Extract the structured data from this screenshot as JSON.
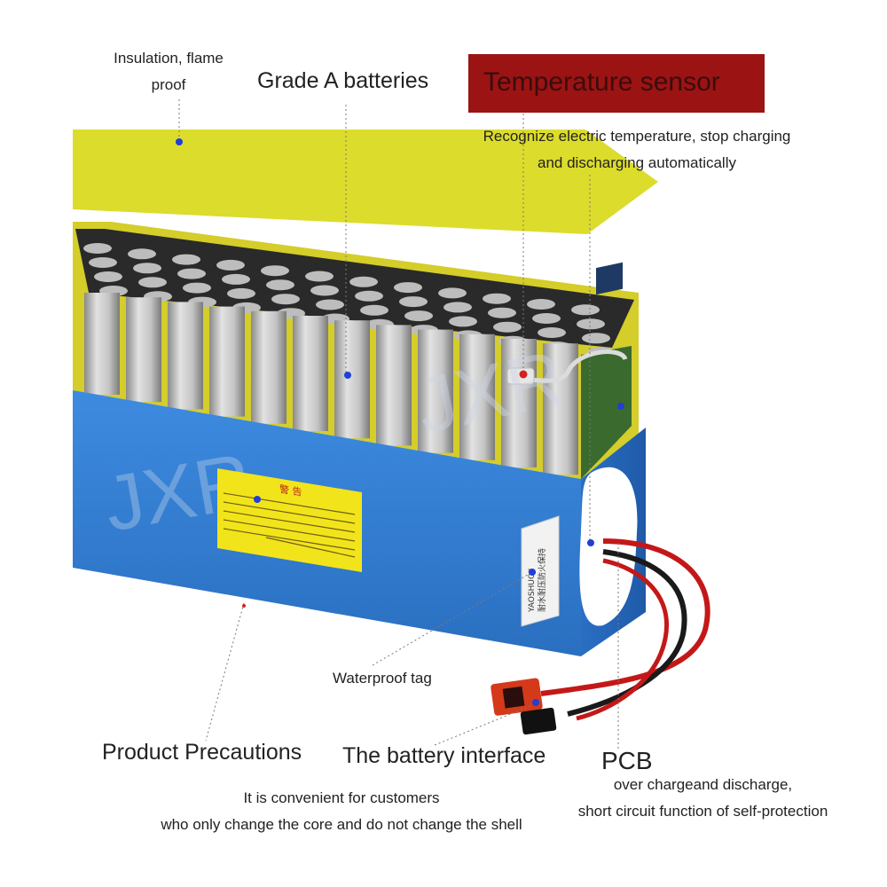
{
  "labels": {
    "insulation_line1": "Insulation, flame",
    "insulation_line2": "proof",
    "grade_a": "Grade A batteries",
    "temperature_sensor": "Temperature sensor",
    "temp_desc_line1": "Recognize electric temperature, stop charging",
    "temp_desc_line2": "and discharging automatically",
    "waterproof_tag": "Waterproof tag",
    "product_precautions": "Product Precautions",
    "battery_interface": "The battery interface",
    "pcb": "PCB",
    "pcb_desc_line1": "over chargeand discharge,",
    "pcb_desc_line2": "short circuit function of self-protection",
    "shell_line1": "It is convenient for customers",
    "shell_line2": "who only change the core and do not change the shell"
  },
  "watermark": "JXR",
  "warning_label": {
    "title": "警 告"
  },
  "side_tag": {
    "line1": "YAOSHUOJI",
    "line2": "耐水耐压防火保持"
  },
  "colors": {
    "case_blue": "#2f7fd0",
    "insulation_yellow": "#dcdc2c",
    "sensor_red": "#9b1313",
    "marker_blue": "#1f3fd6",
    "marker_red": "#d42020"
  }
}
